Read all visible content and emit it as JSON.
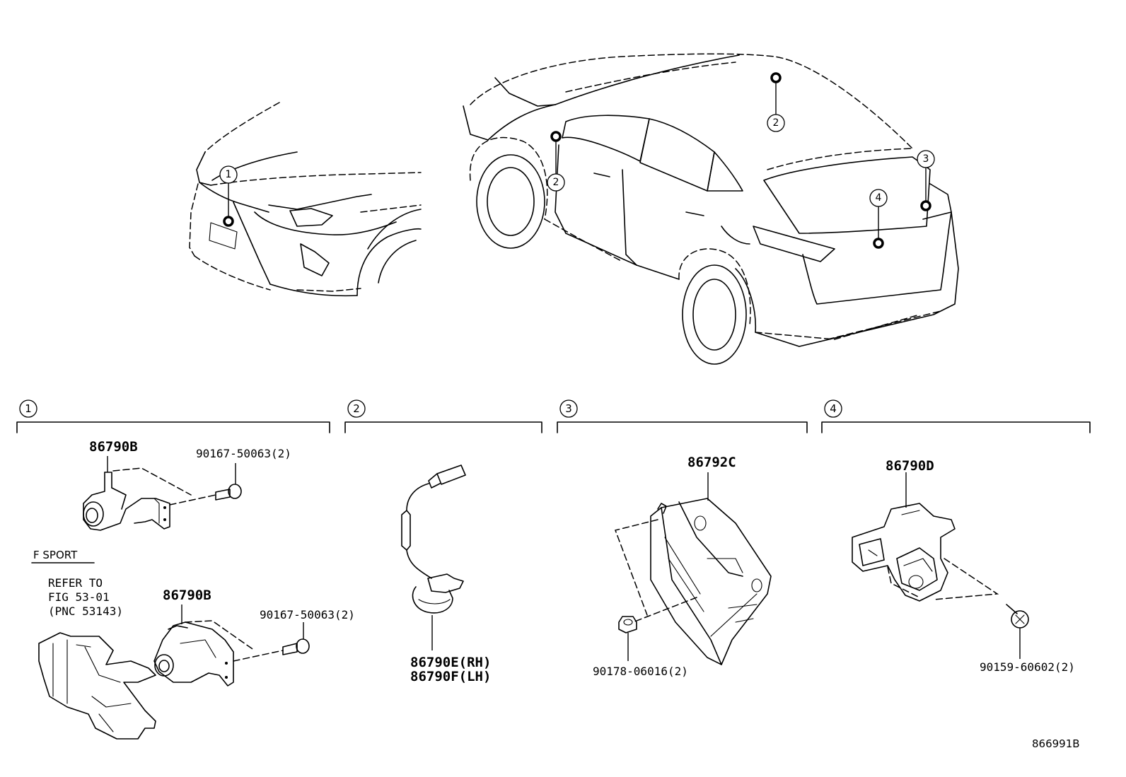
{
  "locations": [
    {
      "number": "1"
    },
    {
      "number": "2"
    },
    {
      "number": "2"
    },
    {
      "number": "3"
    },
    {
      "number": "4"
    }
  ],
  "sections": [
    {
      "number": "1",
      "parts": [
        {
          "code": "86790B"
        },
        {
          "code": "90167-50063(2)"
        }
      ],
      "variant": {
        "label": "F SPORT",
        "reference": [
          "REFER TO",
          "FIG 53-01",
          "(PNC 53143)"
        ],
        "parts": [
          {
            "code": "86790B"
          },
          {
            "code": "90167-50063(2)"
          }
        ]
      }
    },
    {
      "number": "2",
      "parts": [
        {
          "code": "86790E(RH)"
        },
        {
          "code": "86790F(LH)"
        }
      ]
    },
    {
      "number": "3",
      "parts": [
        {
          "code": "86792C"
        },
        {
          "code": "90178-06016(2)"
        }
      ]
    },
    {
      "number": "4",
      "parts": [
        {
          "code": "86790D"
        },
        {
          "code": "90159-60602(2)"
        }
      ]
    }
  ],
  "figure_id": "866991B"
}
